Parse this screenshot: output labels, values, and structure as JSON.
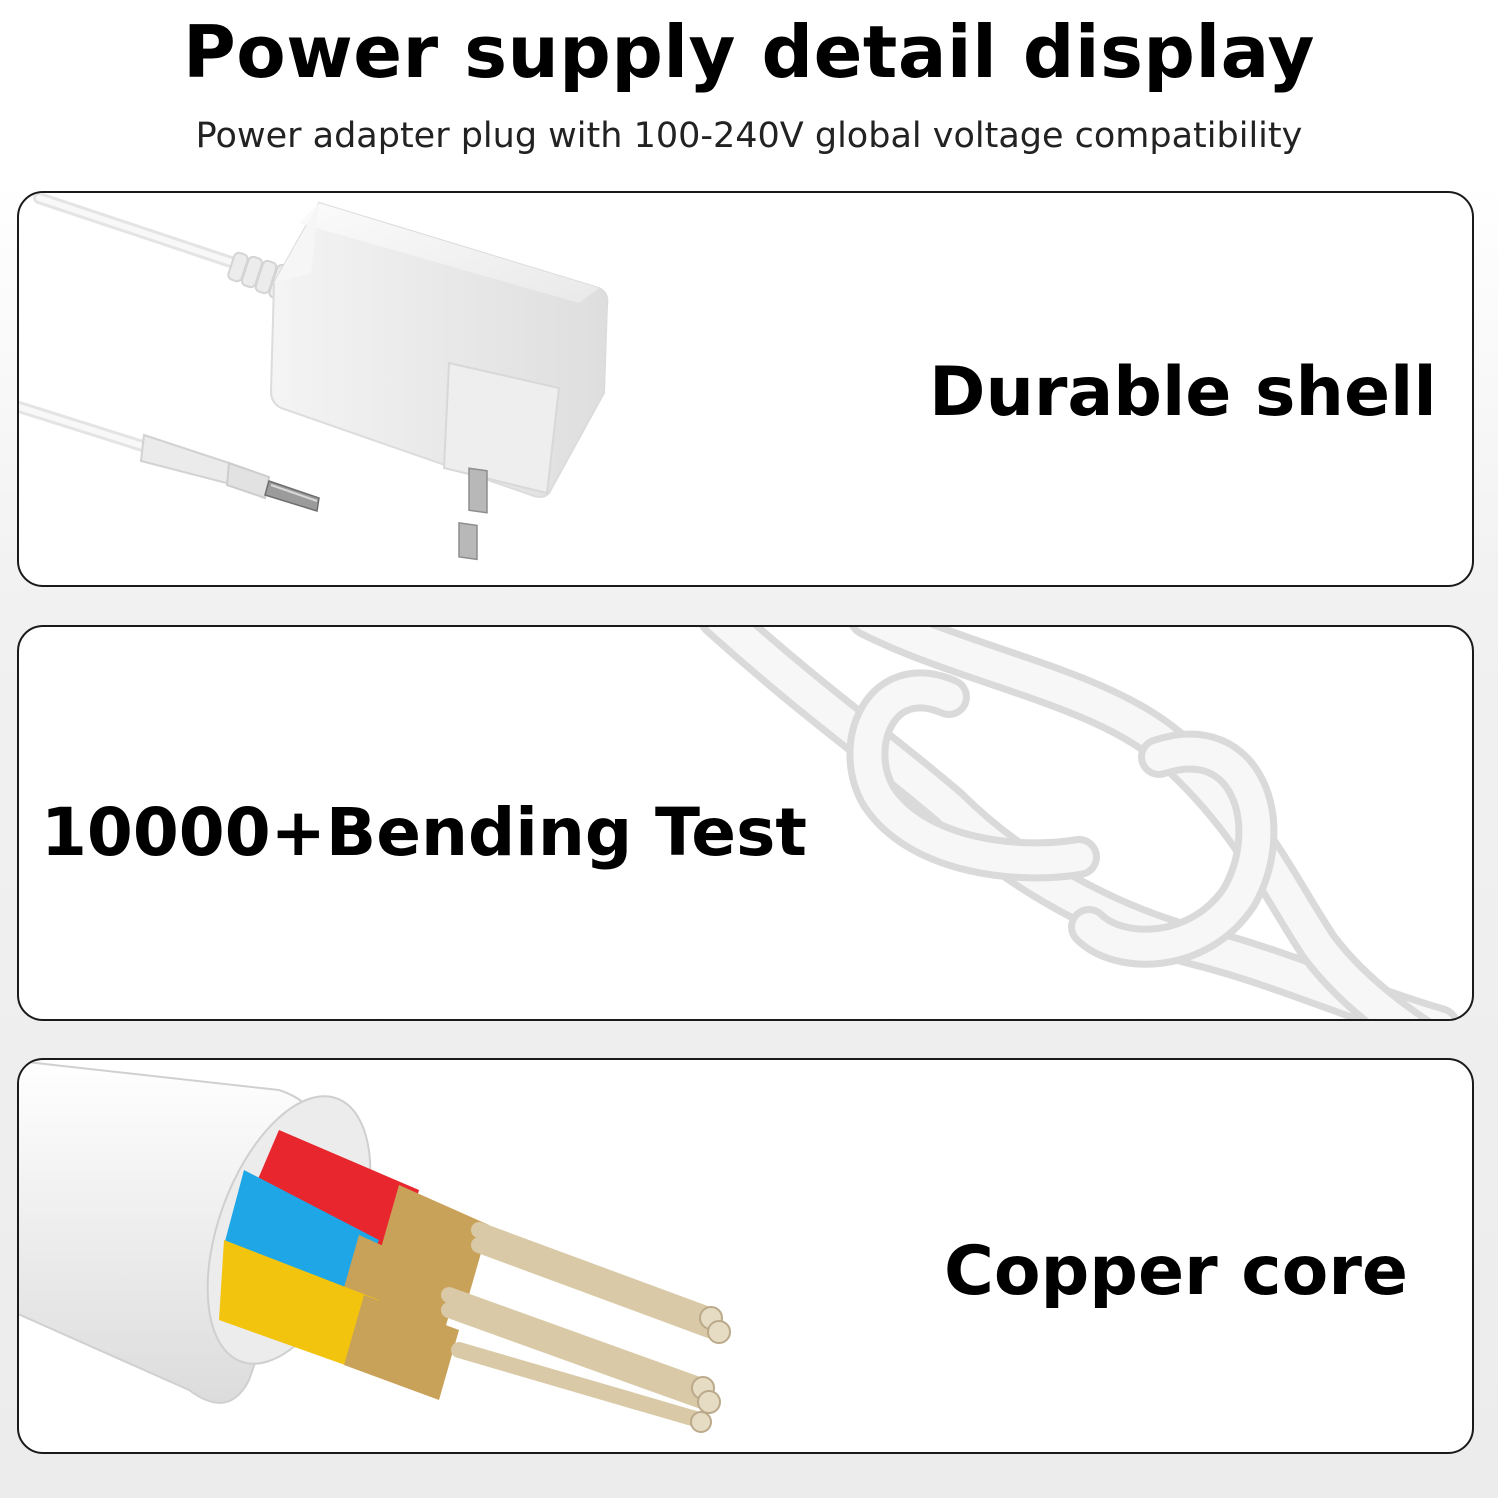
{
  "header": {
    "title": "Power supply detail display",
    "subtitle": "Power adapter plug with 100-240V global voltage compatibility"
  },
  "panels": [
    {
      "label": "Durable shell",
      "image": "power-adapter-image"
    },
    {
      "label": "10000+Bending Test",
      "image": "knotted-cable-image"
    },
    {
      "label": "Copper core",
      "image": "copper-core-cable-image"
    }
  ],
  "colors": {
    "wire_red": "#e8262e",
    "wire_blue": "#1ea6e6",
    "wire_yellow": "#f2c40e",
    "copper": "#c9a25a",
    "border": "#1a1a1a"
  }
}
